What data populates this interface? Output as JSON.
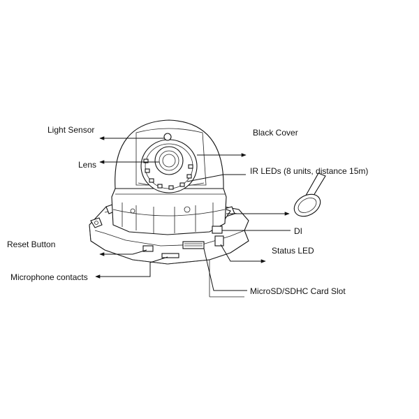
{
  "labels": {
    "light_sensor": "Light Sensor",
    "lens": "Lens",
    "black_cover": "Black Cover",
    "ir_leds": "IR LEDs (8 units, distance 15m)",
    "di": "DI",
    "status_led": "Status LED",
    "reset_button": "Reset Button",
    "microphone_contacts": "Microphone contacts",
    "microsd_slot": "MicroSD/SDHC Card Slot"
  },
  "colors": {
    "line": "#111111",
    "background": "#ffffff"
  }
}
